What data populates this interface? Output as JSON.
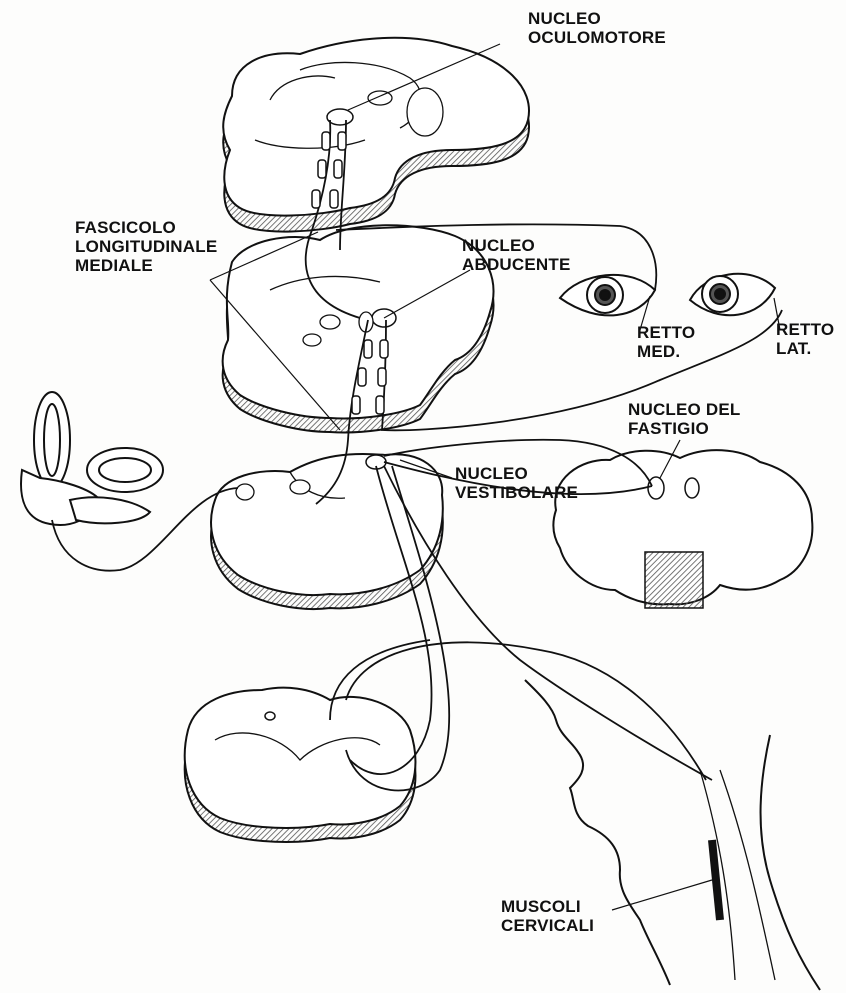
{
  "labels": {
    "oculomotor": {
      "line1": "NUCLEO",
      "line2": "OCULOMOTORE"
    },
    "mlf": {
      "line1": "FASCICOLO",
      "line2": "LONGITUDINALE",
      "line3": "MEDIALE"
    },
    "abducens": {
      "line1": "NUCLEO",
      "line2": "ABDUCENTE"
    },
    "medial_rectus": {
      "line1": "RETTO",
      "line2": "MED."
    },
    "lateral_rectus": {
      "line1": "RETTO",
      "line2": "LAT."
    },
    "fastigial": {
      "line1": "NUCLEO DEL",
      "line2": "FASTIGIO"
    },
    "vestibular": {
      "line1": "NUCLEO",
      "line2": "VESTIBOLARE"
    },
    "cervical_muscles": {
      "line1": "MUSCOLI",
      "line2": "CERVICALI"
    }
  },
  "colors": {
    "ink": "#111111",
    "shade": "#7d7d7d",
    "paper": "#fdfdfc"
  }
}
